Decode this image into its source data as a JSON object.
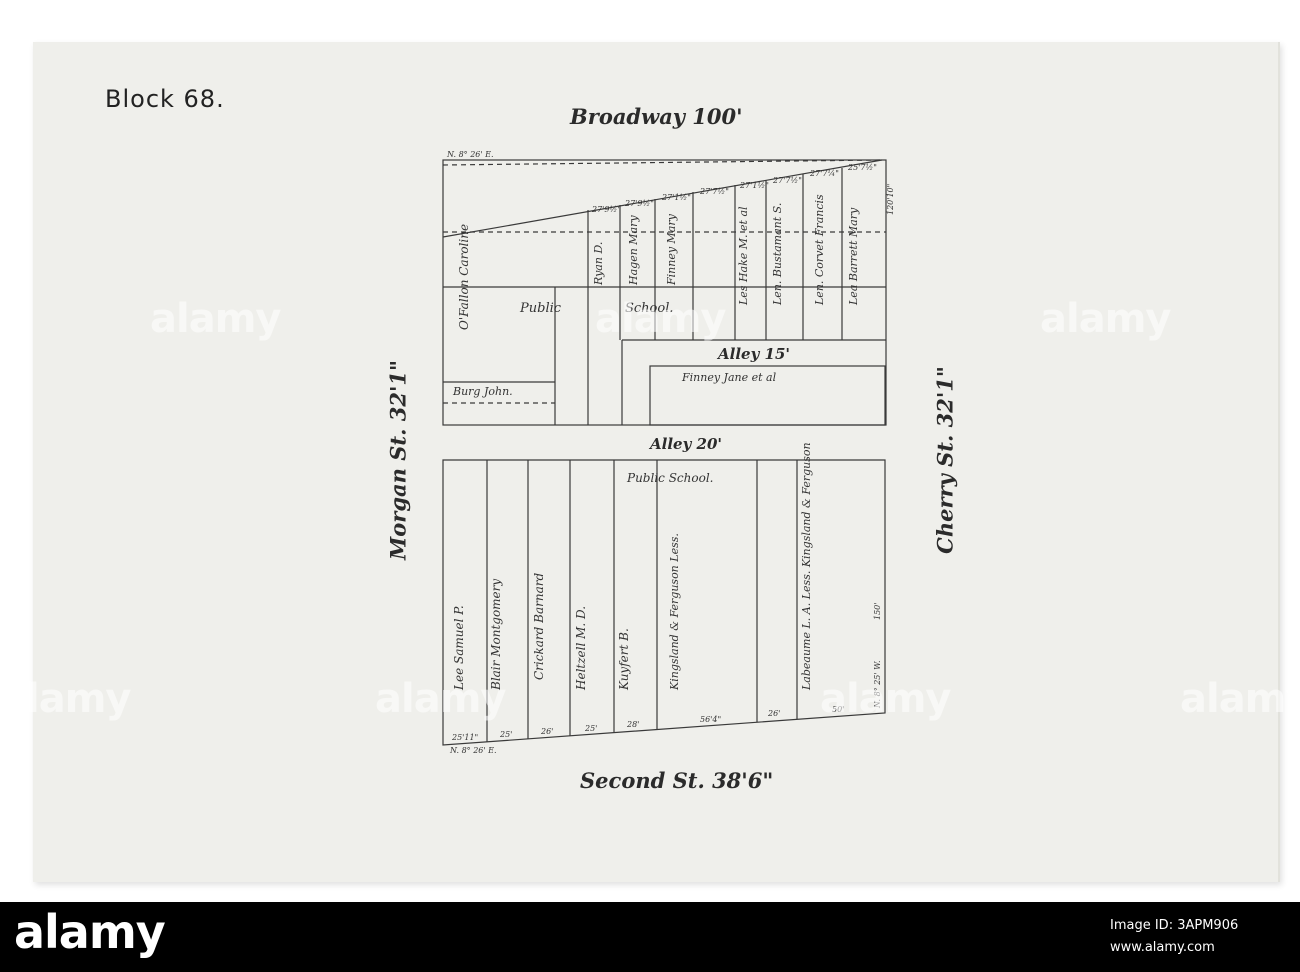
{
  "header": {
    "title": "Block 68."
  },
  "streets": {
    "top": "Broadway 100'",
    "bottom": "Second St. 38'6\"",
    "left": "Morgan St. 32'1\"",
    "right": "Cherry St. 32'1\""
  },
  "north_block": {
    "owners": [
      "O'Fallon Caroline",
      "Ryan D.",
      "Hagen Mary",
      "Finney Mary",
      "Les Hake M. et al",
      "Len. Bustamant S.",
      "Len. Corvet Francis",
      "Lea Barrett Mary"
    ],
    "public_school": [
      "Public",
      "School."
    ],
    "burg": "Burg John.",
    "alley": "Alley 15'",
    "finney": "Finney Jane et al",
    "dims_top": [
      "27'9½\"",
      "27'9½\"",
      "27'1½\"",
      "27'7½\"",
      "27'1½\"",
      "27'7½\"",
      "27'7¼\"",
      "25'7½\""
    ],
    "bearing_top": "N. 8° 26' E.",
    "dim_right_top": "120'10\""
  },
  "middle_alley": "Alley 20'",
  "south_block": {
    "public_school": "Public School.",
    "owners": [
      "Lee Samuel P.",
      "Blair Montgomery",
      "Crickard Barnard",
      "Heltzell M. D.",
      "Kuyfert B.",
      "Kingsland & Ferguson Less.",
      "Labeaume L. A. Less. Kingsland & Ferguson"
    ],
    "dims_bottom": [
      "25'11\"",
      "25'",
      "26'",
      "25'",
      "28'",
      "56'4\"",
      "26'",
      "50'"
    ],
    "bearing_bottom": "N. 8° 26' E.",
    "bearing_right": "N. 8° 25' W.",
    "dim_right": "150'"
  },
  "watermark": "alamy",
  "footer": {
    "logo": "alamy",
    "image_id": "Image ID: 3APM906",
    "site": "www.alamy.com"
  }
}
